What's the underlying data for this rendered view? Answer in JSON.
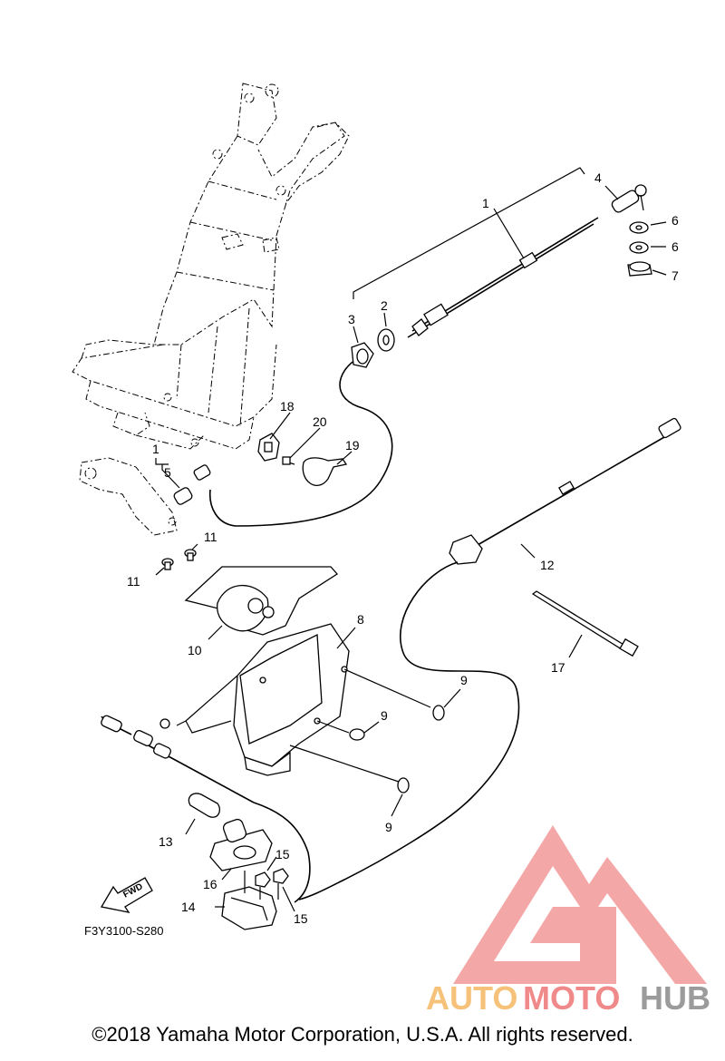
{
  "diagram": {
    "reference_code": "F3Y3100-S280",
    "fwd_label": "FWD",
    "copyright": "©2018 Yamaha Motor Corporation, U.S.A. All rights reserved.",
    "callouts": [
      "1",
      "1",
      "2",
      "3",
      "4",
      "5",
      "6",
      "6",
      "7",
      "8",
      "9",
      "9",
      "9",
      "10",
      "11",
      "11",
      "12",
      "13",
      "14",
      "15",
      "15",
      "16",
      "17",
      "18",
      "19",
      "20"
    ]
  },
  "watermark": {
    "part1": "AUTO",
    "part2": "MOTO",
    "part3": "HUB",
    "colors": {
      "auto": "#f6c27a",
      "moto": "#f08a8a",
      "hub": "#9b9b9b",
      "logo": "#f08a8a"
    }
  }
}
